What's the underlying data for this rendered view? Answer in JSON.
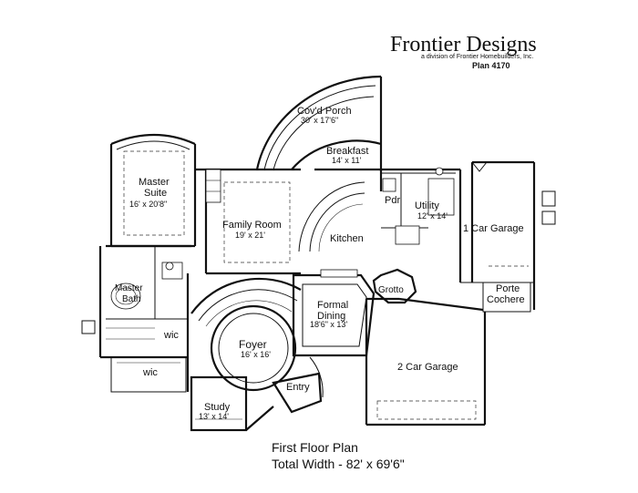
{
  "header": {
    "brand": "Frontier Designs",
    "tagline": "a division of Frontier Homebuilders, Inc.",
    "plan_number": "Plan 4170"
  },
  "rooms": {
    "porch": {
      "name": "Cov'd Porch",
      "dims": "30' x 17'6\""
    },
    "breakfast": {
      "name": "Breakfast",
      "dims": "14' x 11'"
    },
    "master_suite": {
      "name": "Master",
      "name2": "Suite",
      "dims": "16' x 20'8\""
    },
    "family": {
      "name": "Family Room",
      "dims": "19' x 21'"
    },
    "kitchen": {
      "name": "Kitchen"
    },
    "pdr": {
      "name": "Pdr"
    },
    "utility": {
      "name": "Utility",
      "dims": "12' x 14'"
    },
    "garage1": {
      "name": "1 Car Garage"
    },
    "master_bath": {
      "name": "Master",
      "name2": "Bath"
    },
    "grotto": {
      "name": "Grotto"
    },
    "porte": {
      "name": "Porte",
      "name2": "Cochere"
    },
    "formal": {
      "name": "Formal",
      "name2": "Dining",
      "dims": "18'6\" x 13'"
    },
    "wic1": {
      "name": "wic"
    },
    "wic2": {
      "name": "wic"
    },
    "foyer": {
      "name": "Foyer",
      "dims": "16' x 16'"
    },
    "garage2": {
      "name": "2 Car Garage"
    },
    "entry": {
      "name": "Entry"
    },
    "study": {
      "name": "Study",
      "dims": "13' x 14'"
    }
  },
  "footer": {
    "title": "First Floor Plan",
    "width": "Total Width - 82' x 69'6\""
  }
}
